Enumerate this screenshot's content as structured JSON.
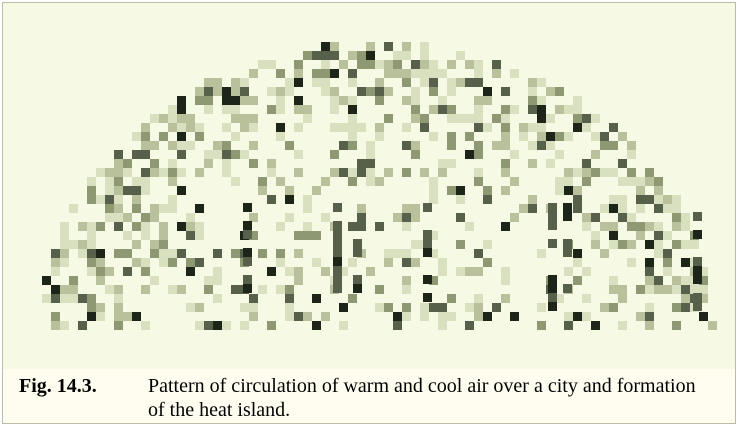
{
  "figure": {
    "label": "Fig. 14.3.",
    "caption": "Pattern of circulation of warm and cool air over a city and formation of the heat island."
  },
  "colors": {
    "panel_background": "#f6f9e4",
    "caption_background": "#fefdf0",
    "border": "#b9bda6",
    "pixel_shades": [
      "#d9e0bf",
      "#b8c19b",
      "#8e9873",
      "#56604a",
      "#1d2418"
    ]
  },
  "illustration": {
    "description_icon": "heat-island-dome-pixel-art"
  }
}
